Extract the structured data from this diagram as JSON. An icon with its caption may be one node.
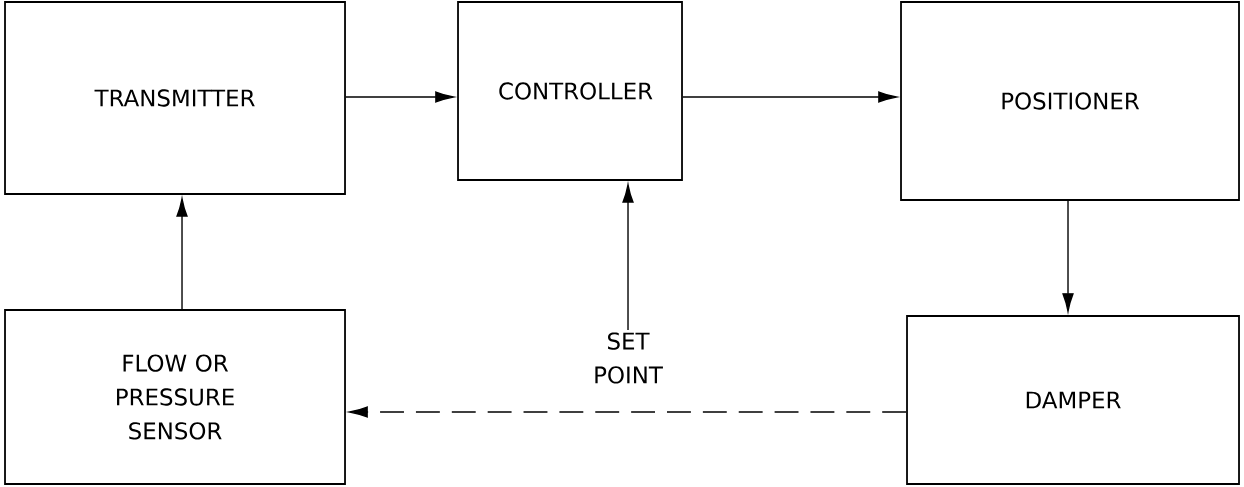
{
  "diagram": {
    "nodes": [
      {
        "text": [
          "TRANSMITTER"
        ]
      },
      {
        "text": [
          "CONTROLLER"
        ]
      },
      {
        "text": [
          "POSITIONER"
        ]
      },
      {
        "text": [
          "FLOW OR PRESSURE SENSOR"
        ]
      },
      {
        "text": [
          "DAMPER"
        ]
      },
      {
        "text": [
          "SET POINT"
        ]
      }
    ],
    "edges": [
      {
        "from": 0,
        "to": 1,
        "arrow": "to"
      },
      {
        "from": 1,
        "to": 2,
        "arrow": "to"
      },
      {
        "from": 2,
        "to": 4,
        "arrow": "to"
      },
      {
        "from": 4,
        "to": 3,
        "arrow": "to",
        "style": "dashed"
      },
      {
        "from": 3,
        "to": 0,
        "arrow": "to"
      },
      {
        "from": 5,
        "to": 1,
        "arrow": "to"
      }
    ]
  }
}
